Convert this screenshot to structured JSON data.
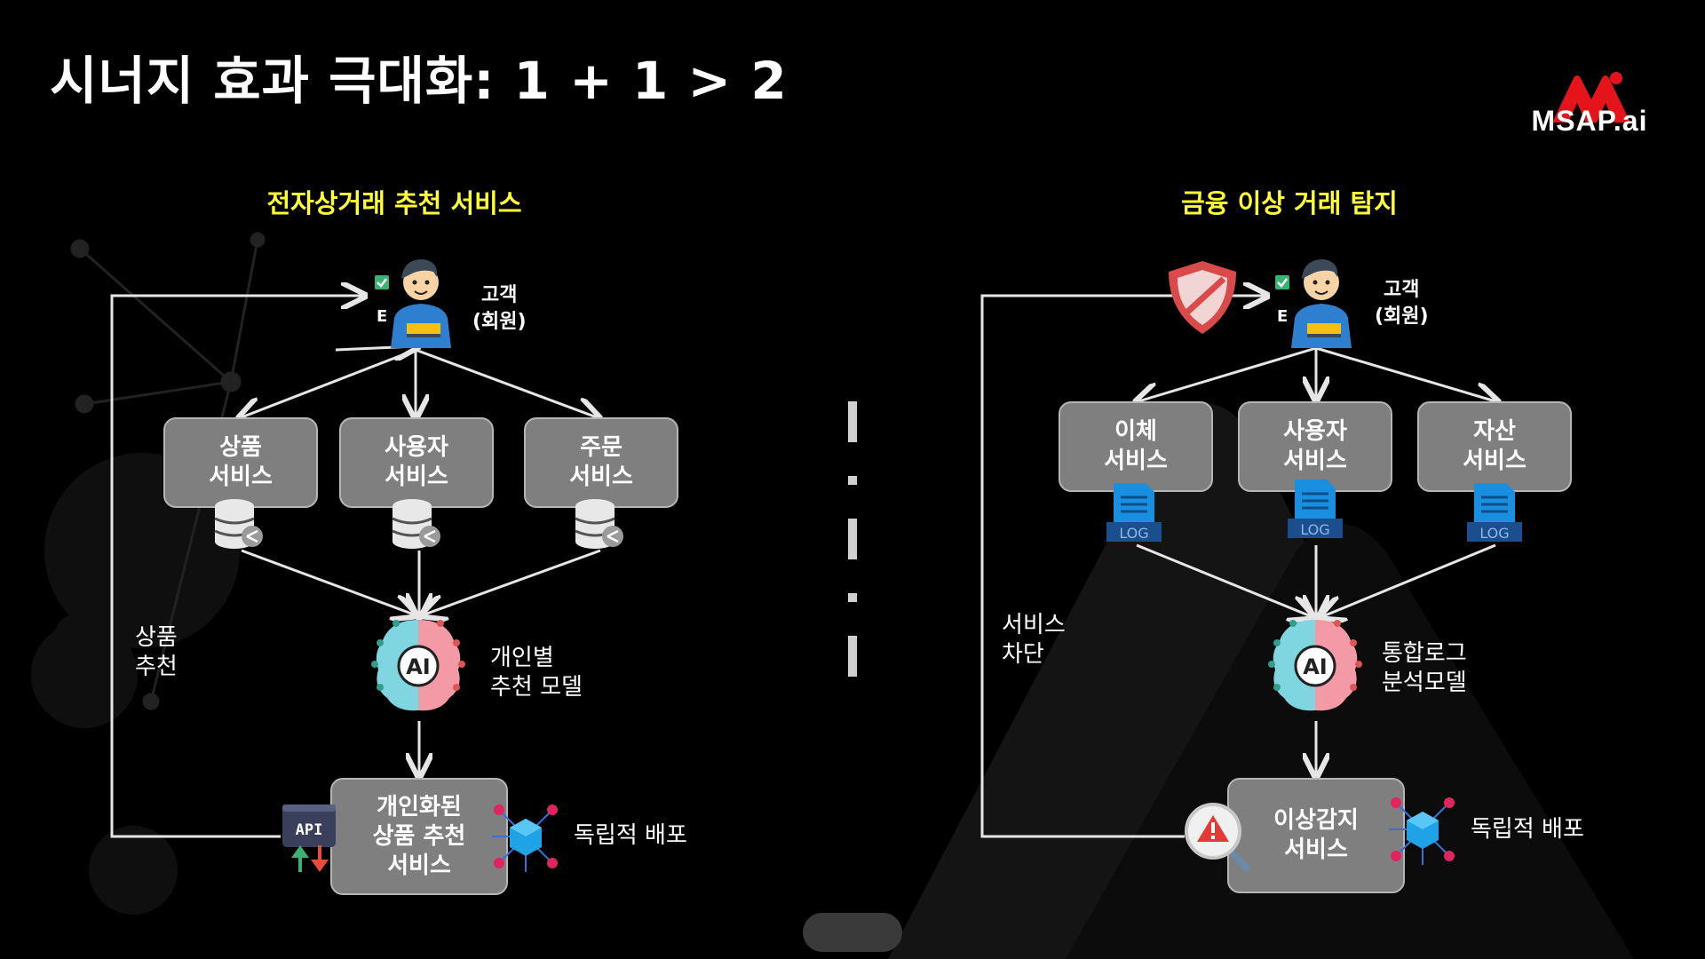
{
  "slide": {
    "title": "시너지 효과 극대화: 1 + 1 > 2",
    "logo_text": "MSAP.ai",
    "colors": {
      "accent_title": "#ffff33",
      "box_fill": "#7f7f7f",
      "logo_red": "#e5141b",
      "arrow": "#e6e6e6"
    }
  },
  "left": {
    "title": "전자상거래 추천 서비스",
    "customer_label": "고객\n(회원)",
    "services": [
      "상품\n서비스",
      "사용자\n서비스",
      "주문\n서비스"
    ],
    "model_label": "개인별\n추천 모델",
    "output_box": "개인화된\n상품 추천\n서비스",
    "deploy_label": "독립적 배포",
    "feedback_label": "상품\n추천",
    "api_text": "API"
  },
  "right": {
    "title": "금융 이상 거래 탐지",
    "customer_label": "고객\n(회원)",
    "services": [
      "이체\n서비스",
      "사용자\n서비스",
      "자산\n서비스"
    ],
    "log_text": "LOG",
    "model_label": "통합로그\n분석모델",
    "output_box": "이상감지\n서비스",
    "deploy_label": "독립적 배포",
    "feedback_label": "서비스\n차단"
  },
  "icons": [
    "customer-icon",
    "database-icon",
    "log-file-icon",
    "ai-brain-icon",
    "api-icon",
    "cube-network-icon",
    "shield-icon",
    "warning-magnifier-icon",
    "msap-logo-icon"
  ]
}
